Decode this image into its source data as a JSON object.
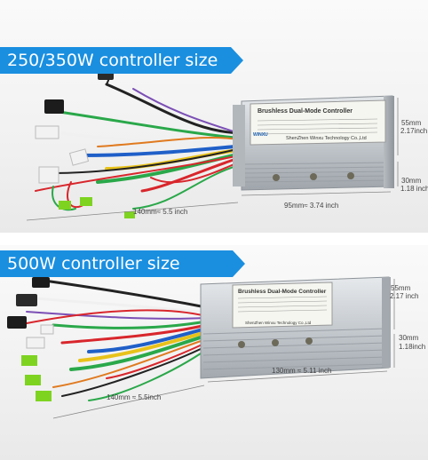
{
  "top": {
    "banner": "250/350W controller size",
    "label_title": "Brushless Dual-Mode Controller",
    "label_brand": "WINXU",
    "label_maker": "ShenZhen Winxu Technology Co.,Ltd",
    "dim_length": "140mm≈ 5.5 inch",
    "dim_width": "95mm≈ 3.74 inch",
    "dim_height_mm": "55mm",
    "dim_height_in": "2.17inch",
    "dim_depth_mm": "30mm",
    "dim_depth_in": "1.18 inch"
  },
  "bottom": {
    "banner": "500W controller size",
    "label_title": "Brushless Dual-Mode Controller",
    "label_maker": "ShenZhen Winxu Technology Co.,Ltd",
    "dim_length": "140mm ≈ 5.5inch",
    "dim_width": "130mm ≈ 5.11 inch",
    "dim_height_mm": "55mm",
    "dim_height_in": "2.17 inch",
    "dim_depth_mm": "30mm",
    "dim_depth_in": "1.18inch"
  },
  "colors": {
    "banner": "#1a8fe0",
    "case": "#c9cdd2",
    "wire_green": "#2aa84a",
    "wire_red": "#d8262c",
    "wire_blue": "#1f5fc8",
    "wire_yellow": "#e8c21a",
    "connector_lime": "#7ed321"
  }
}
